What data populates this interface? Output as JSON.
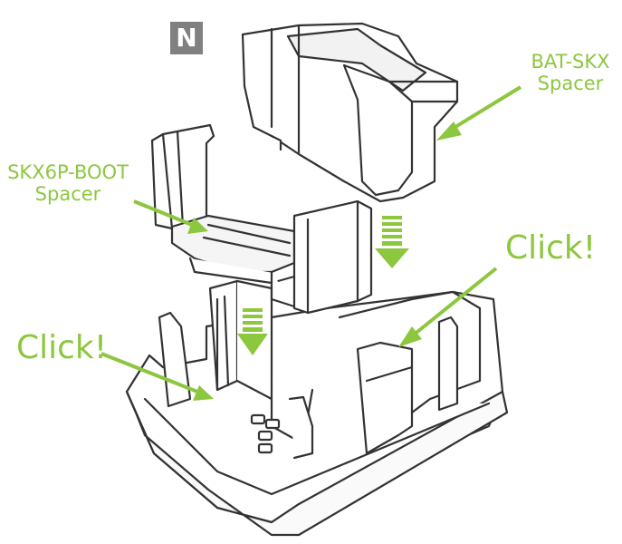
{
  "badge": "N",
  "labels": {
    "bat_skx": [
      "BAT-SKX",
      "Spacer"
    ],
    "skx6p_boot": [
      "SKX6P-BOOT",
      "Spacer"
    ],
    "click_right": "Click!",
    "click_left": "Click!"
  },
  "colors": {
    "accent": "#8dc63f",
    "line": "#333333",
    "badge_bg": "#808080"
  }
}
